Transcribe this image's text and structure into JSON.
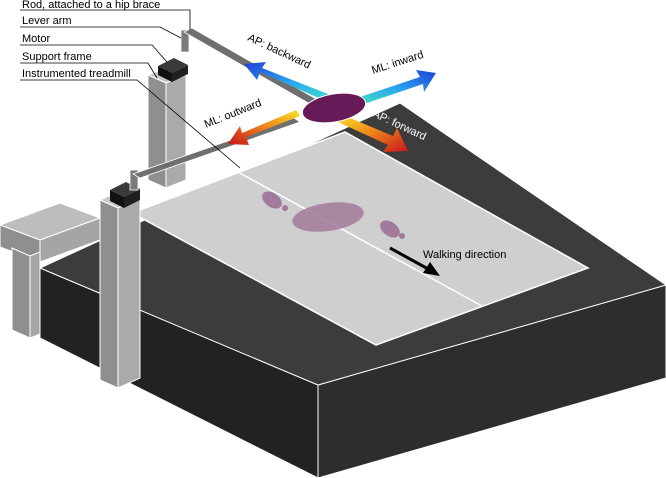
{
  "labels": {
    "rod": "Rod, attached to a hip brace",
    "lever_arm": "Lever arm",
    "motor": "Motor",
    "support_frame": "Support frame",
    "instrumented_treadmill": "Instrumented treadmill"
  },
  "directions": {
    "ap_backward": "AP: backward",
    "ap_forward": "AP: forward",
    "ml_inward": "ML: inward",
    "ml_outward": "ML: outward",
    "walking": "Walking direction"
  },
  "colors": {
    "treadmill_top": "#3a3a3a",
    "treadmill_side_front": "#2b2b2b",
    "treadmill_side_left": "#1f1f1f",
    "belt": "#cfcfcf",
    "frame": "#9a9a9a",
    "com_ellipse": "#6a1b5a",
    "footprint": "#a27a9b",
    "cool_arrow": "#2f7bd8",
    "hot_arrow": "#e0392b"
  }
}
